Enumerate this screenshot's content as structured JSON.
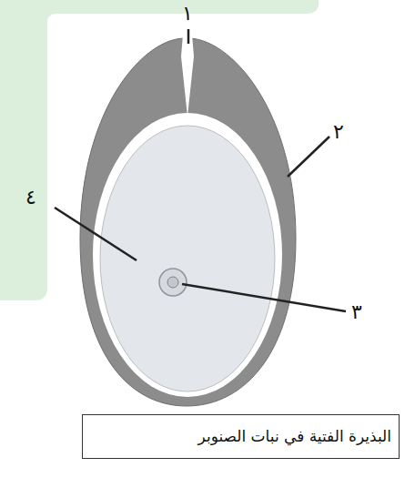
{
  "diagram": {
    "caption": "البذيرة الفتية في نبات الصنوبر",
    "labels": [
      "١",
      "٢",
      "٣",
      "٤"
    ]
  }
}
